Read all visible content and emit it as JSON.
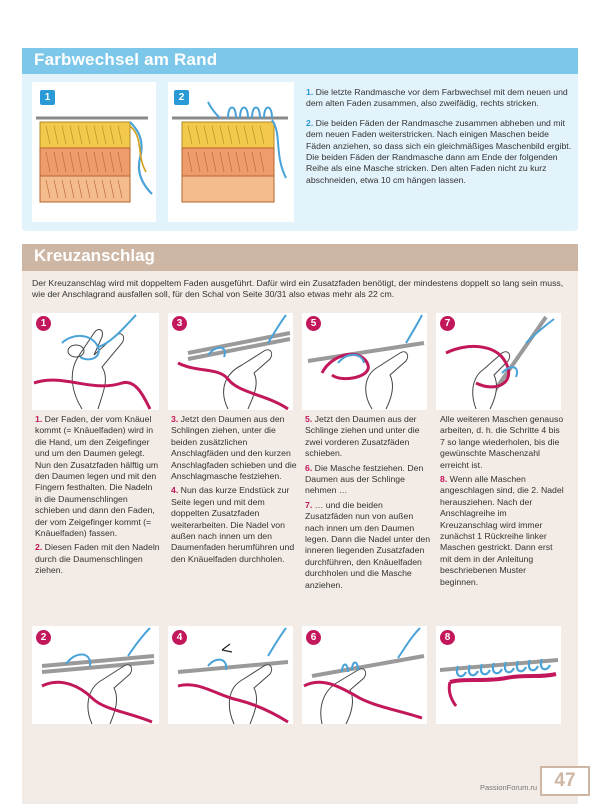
{
  "section1": {
    "title": "Farbwechsel am Rand",
    "fig_labels": [
      "1",
      "2"
    ],
    "p1_num": "1.",
    "p1_text": "Die letzte Randmasche vor dem Farbwechsel mit dem neuen und dem alten Faden zusammen, also zweifädig, rechts stricken.",
    "p2_num": "2.",
    "p2_text": "Die beiden Fäden der Randmasche zusammen abheben und mit dem neuen Faden weiterstricken. Nach einigen Maschen beide Fäden anziehen, so dass sich ein gleichmäßiges Maschenbild ergibt. Die beiden Fäden der Randmasche dann am Ende der folgenden Reihe als eine Masche stricken. Den alten Faden nicht zu kurz abschneiden, etwa 10 cm hängen lassen."
  },
  "section2": {
    "title": "Kreuzanschlag",
    "intro": "Der Kreuzanschlag wird mit doppeltem Faden ausgeführt. Dafür wird ein Zusatzfaden benötigt, der mindestens doppelt so lang sein muss, wie der Anschlagrand ausfallen soll, für den Schal von Seite 30/31 also etwas mehr als 22 cm.",
    "fig_labels": [
      "1",
      "3",
      "5",
      "7",
      "2",
      "4",
      "6",
      "8"
    ],
    "col1": [
      {
        "num": "1.",
        "text": "Der Faden, der vom Knäuel kommt (= Knäuelfaden) wird in die Hand, um den Zeigefinger und um den Daumen gelegt. Nun den Zusatzfaden hälftig um den Daumen legen und mit den Fingern festhalten. Die Nadeln in die Daumenschlingen schieben und dann den Faden, der vom Zeigefinger kommt (= Knäuelfaden) fassen."
      },
      {
        "num": "2.",
        "text": "Diesen Faden mit den Nadeln durch die Daumenschlingen ziehen."
      }
    ],
    "col2": [
      {
        "num": "3.",
        "text": "Jetzt den Daumen aus den Schlingen ziehen, unter die beiden zusätzlichen Anschlagfäden und den kurzen Anschlagfaden schieben und die Anschlagmasche festziehen."
      },
      {
        "num": "4.",
        "text": "Nun das kurze Endstück zur Seite legen und mit dem doppelten Zusatzfaden weiterarbeiten. Die Nadel von außen nach innen um den Daumenfaden herumführen und den Knäuelfaden durchholen."
      }
    ],
    "col3": [
      {
        "num": "5.",
        "text": "Jetzt den Daumen aus der Schlinge ziehen und unter die zwei vorderen Zusatzfäden schieben."
      },
      {
        "num": "6.",
        "text": "Die Masche festziehen. Den Daumen aus der Schlinge nehmen …"
      },
      {
        "num": "7.",
        "text": "… und die beiden Zusatzfäden nun von außen nach innen um den Daumen legen. Dann die Nadel unter den inneren liegenden Zusatzfaden durchführen, den Knäuelfaden durchholen und die Masche anziehen."
      }
    ],
    "col4": [
      {
        "num": "",
        "text": "Alle weiteren Maschen genauso arbeiten, d. h. die Schritte 4 bis 7 so lange wiederholen, bis die gewünschte Maschenzahl erreicht ist."
      },
      {
        "num": "8.",
        "text": "Wenn alle Maschen angeschlagen sind, die 2. Nadel herausziehen. Nach der Anschlagreihe im Kreuzanschlag wird immer zunächst 1 Rückreihe linker Maschen gestrickt. Dann erst mit dem in der Anleitung beschriebenen Muster beginnen."
      }
    ]
  },
  "footer": {
    "page_number": "47",
    "source": "PassionForum.ru"
  },
  "colors": {
    "blue_header": "#7cc7ea",
    "blue_bg": "#e3f3fb",
    "beige_header": "#cdb6a4",
    "beige_bg": "#f3ece6",
    "magenta": "#c2185b",
    "blue_accent": "#2a9ad6"
  }
}
